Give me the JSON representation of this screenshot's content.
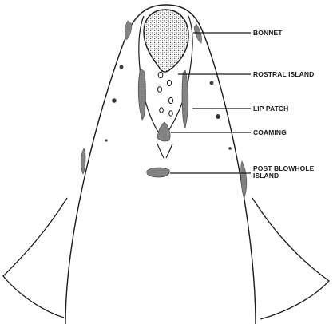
{
  "labels": {
    "bonnet": "BONNET",
    "rostral_island": "ROSTRAL ISLAND",
    "lip_patch": "LIP PATCH",
    "coaming": "COAMING",
    "post_blowhole_line1": "POST BLOWHOLE",
    "post_blowhole_line2": "ISLAND"
  },
  "colors": {
    "outline": "#1a1a1a",
    "callosity": "#7a7a7a",
    "callosity_dark": "#4a4a4a",
    "background": "#ffffff"
  }
}
